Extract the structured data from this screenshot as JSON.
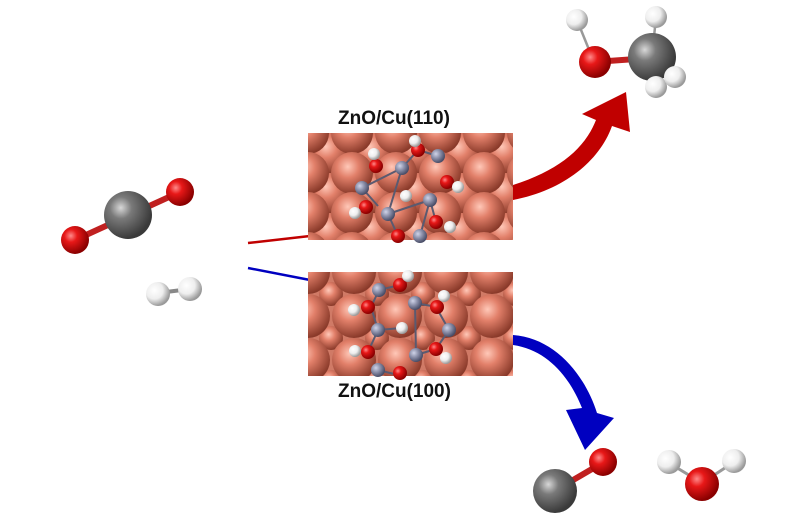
{
  "diagram": {
    "type": "reaction-scheme",
    "reactants": [
      {
        "name": "CO2",
        "atoms": [
          "O",
          "C",
          "O"
        ]
      },
      {
        "name": "H2",
        "atoms": [
          "H",
          "H"
        ]
      }
    ],
    "surfaces": [
      {
        "label": "ZnO/Cu(110)",
        "pathway_color": "#c00000",
        "product": "CH3OH"
      },
      {
        "label": "ZnO/Cu(100)",
        "pathway_color": "#0000c0",
        "product": "CO + H2O"
      }
    ],
    "products": [
      {
        "name": "CH3OH",
        "atoms": [
          "O",
          "C",
          "H",
          "H",
          "H",
          "H"
        ]
      },
      {
        "name": "CO",
        "atoms": [
          "C",
          "O"
        ]
      },
      {
        "name": "H2O",
        "atoms": [
          "H",
          "O",
          "H"
        ]
      }
    ],
    "colors": {
      "oxygen": "#e01010",
      "carbon": "#6e6e6e",
      "hydrogen": "#f2f2f2",
      "copper": "#e2806a",
      "zinc": "#8a8ea8",
      "arrow_red": "#c00000",
      "arrow_blue": "#0000c0"
    }
  }
}
